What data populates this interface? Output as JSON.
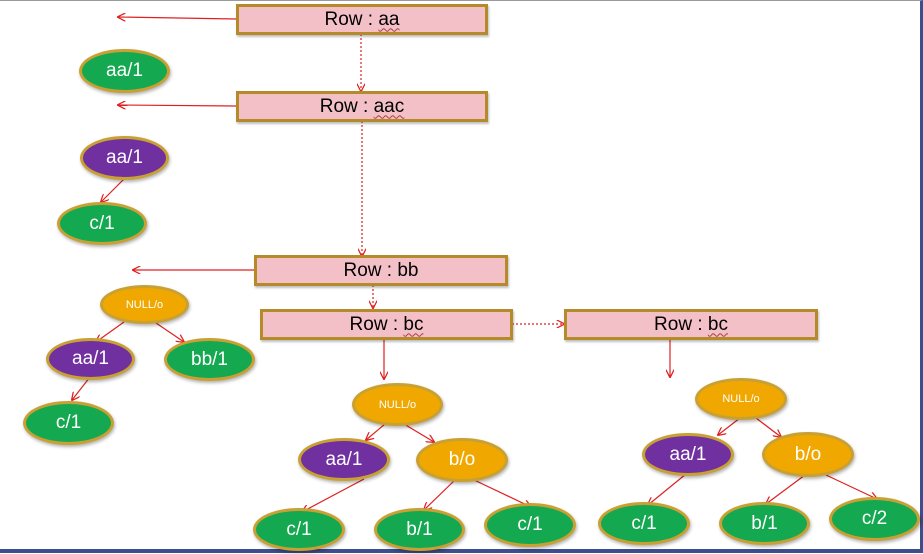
{
  "colors": {
    "row_fill": "#f4c0c8",
    "row_border": "#b58a2a",
    "green": "#14a851",
    "purple": "#7030a0",
    "orange": "#f0a800",
    "arrow": "#e02020"
  },
  "rows": [
    {
      "prefix": "Row : ",
      "name": "aa"
    },
    {
      "prefix": "Row : ",
      "name": "aac"
    },
    {
      "prefix": "Row : ",
      "name": "bb"
    },
    {
      "prefix": "Row : ",
      "name": "bc"
    },
    {
      "prefix": "Row : ",
      "name": "bc"
    }
  ],
  "nodes": {
    "t1_aa": "aa/1",
    "t2_aa": "aa/1",
    "t2_c": "c/1",
    "t3_root": "NULL/o",
    "t3_aa": "aa/1",
    "t3_bb": "bb/1",
    "t3_c": "c/1",
    "t4_root": "NULL/o",
    "t4_aa": "aa/1",
    "t4_b": "b/o",
    "t4_c1": "c/1",
    "t4_b1": "b/1",
    "t4_c2": "c/1",
    "t5_root": "NULL/o",
    "t5_aa": "aa/1",
    "t5_b": "b/o",
    "t5_c1": "c/1",
    "t5_b1": "b/1",
    "t5_c2": "c/2"
  }
}
